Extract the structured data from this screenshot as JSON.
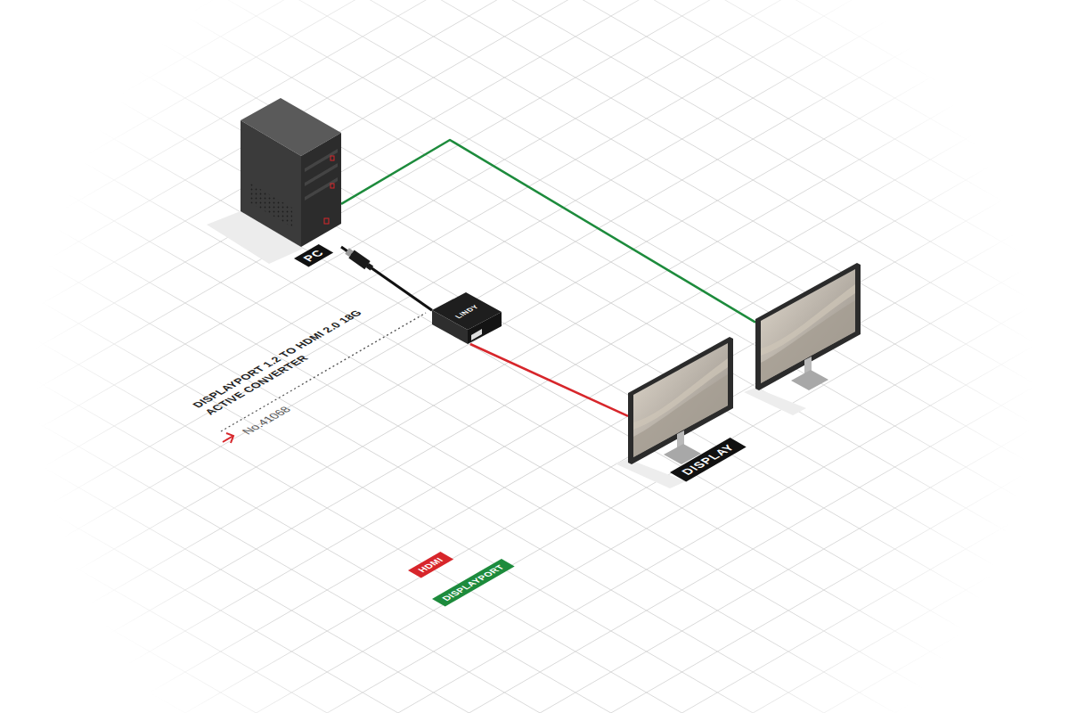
{
  "diagram": {
    "nodes": [
      {
        "text": [
          "PC"
        ]
      },
      {
        "text": [
          "LINDY"
        ]
      },
      {
        "text": []
      },
      {
        "text": [
          "DISPLAY"
        ]
      }
    ],
    "edges": [
      {
        "from": 0,
        "to": 1,
        "arrow": "none"
      },
      {
        "from": 1,
        "to": 3,
        "arrow": "none"
      },
      {
        "from": 0,
        "to": 2,
        "arrow": "none"
      }
    ],
    "labels": [
      "DISPLAYPORT 1.2 TO HDMI 2.0 18G ACTIVE CONVERTER",
      "No.41068"
    ],
    "legend": [
      {
        "text": "HDMI",
        "color": "#d7262b"
      },
      {
        "text": "DISPLAYPORT",
        "color": "#1d8b3c"
      }
    ]
  }
}
